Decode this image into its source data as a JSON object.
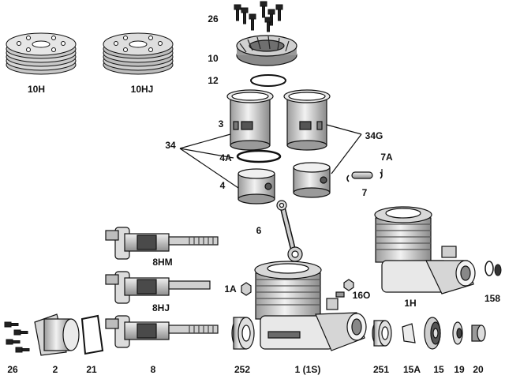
{
  "labels": {
    "l26_top": "26",
    "l10": "10",
    "l12": "12",
    "l10h": "10H",
    "l10hj": "10HJ",
    "l3": "3",
    "l34": "34",
    "l34g": "34G",
    "l4a": "4A",
    "l4": "4",
    "l7a": "7A",
    "l7": "7",
    "l6": "6",
    "l8hm": "8HM",
    "l8hj": "8HJ",
    "l1a": "1A",
    "l16o": "16O",
    "l1h": "1H",
    "l158": "158",
    "l26_bot": "26",
    "l2": "2",
    "l21": "21",
    "l8": "8",
    "l252": "252",
    "l1s": "1 (1S)",
    "l251": "251",
    "l15a": "15A",
    "l15": "15",
    "l19": "19",
    "l20": "20"
  },
  "colors": {
    "ink": "#111111",
    "metal_light": "#e6e6e6",
    "metal_mid": "#bdbdbd",
    "metal_dark": "#7a7a7a"
  }
}
